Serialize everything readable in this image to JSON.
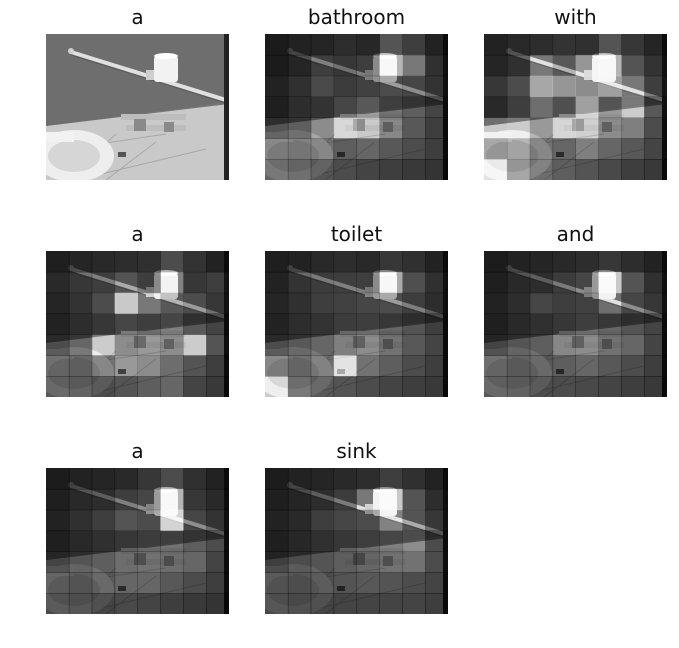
{
  "figure": {
    "panels": [
      {
        "caption": "a",
        "kind": "original",
        "weights": []
      },
      {
        "caption": "bathroom",
        "kind": "attention",
        "weights": [
          [
            0.05,
            0.1,
            0.12,
            0.18,
            0.14,
            0.45,
            0.3,
            0.1
          ],
          [
            0.05,
            0.12,
            0.3,
            0.25,
            0.3,
            0.85,
            0.55,
            0.2
          ],
          [
            0.1,
            0.2,
            0.38,
            0.28,
            0.32,
            0.4,
            0.35,
            0.22
          ],
          [
            0.08,
            0.18,
            0.22,
            0.35,
            0.48,
            0.3,
            0.22,
            0.12
          ],
          [
            0.18,
            0.22,
            0.4,
            0.7,
            0.52,
            0.38,
            0.2,
            0.1
          ],
          [
            0.3,
            0.28,
            0.3,
            0.22,
            0.25,
            0.2,
            0.15,
            0.1
          ],
          [
            0.25,
            0.22,
            0.18,
            0.15,
            0.12,
            0.1,
            0.08,
            0.06
          ]
        ]
      },
      {
        "caption": "with",
        "kind": "attention",
        "weights": [
          [
            0.1,
            0.15,
            0.18,
            0.22,
            0.2,
            0.45,
            0.25,
            0.12
          ],
          [
            0.12,
            0.2,
            0.55,
            0.48,
            0.7,
            0.85,
            0.45,
            0.22
          ],
          [
            0.25,
            0.4,
            0.78,
            0.7,
            0.65,
            0.75,
            0.55,
            0.3
          ],
          [
            0.15,
            0.3,
            0.5,
            0.42,
            0.75,
            0.45,
            0.55,
            0.2
          ],
          [
            0.5,
            0.55,
            0.45,
            0.68,
            0.6,
            0.4,
            0.35,
            0.15
          ],
          [
            0.4,
            0.45,
            0.3,
            0.25,
            0.35,
            0.25,
            0.2,
            0.12
          ],
          [
            0.85,
            0.4,
            0.28,
            0.22,
            0.18,
            0.14,
            0.1,
            0.08
          ]
        ]
      },
      {
        "caption": "a",
        "kind": "attention",
        "weights": [
          [
            0.08,
            0.12,
            0.15,
            0.18,
            0.2,
            0.4,
            0.22,
            0.1
          ],
          [
            0.15,
            0.25,
            0.3,
            0.45,
            0.3,
            0.6,
            0.25,
            0.3
          ],
          [
            0.12,
            0.22,
            0.4,
            0.95,
            0.55,
            0.48,
            0.4,
            0.25
          ],
          [
            0.1,
            0.18,
            0.25,
            0.35,
            0.3,
            0.35,
            0.2,
            0.12
          ],
          [
            0.15,
            0.25,
            0.55,
            0.4,
            0.45,
            0.4,
            0.55,
            0.18
          ],
          [
            0.22,
            0.2,
            0.3,
            0.45,
            0.4,
            0.28,
            0.18,
            0.1
          ],
          [
            0.2,
            0.18,
            0.15,
            0.18,
            0.22,
            0.25,
            0.12,
            0.08
          ]
        ]
      },
      {
        "caption": "toilet",
        "kind": "attention",
        "weights": [
          [
            0.08,
            0.1,
            0.15,
            0.18,
            0.15,
            0.25,
            0.2,
            0.1
          ],
          [
            0.1,
            0.22,
            0.28,
            0.3,
            0.3,
            0.8,
            0.42,
            0.2
          ],
          [
            0.12,
            0.2,
            0.3,
            0.32,
            0.35,
            0.4,
            0.3,
            0.18
          ],
          [
            0.1,
            0.18,
            0.22,
            0.28,
            0.3,
            0.25,
            0.18,
            0.1
          ],
          [
            0.15,
            0.2,
            0.25,
            0.35,
            0.4,
            0.3,
            0.2,
            0.12
          ],
          [
            0.3,
            0.22,
            0.28,
            0.85,
            0.3,
            0.22,
            0.15,
            0.1
          ],
          [
            0.55,
            0.25,
            0.2,
            0.18,
            0.15,
            0.12,
            0.1,
            0.08
          ]
        ]
      },
      {
        "caption": "and",
        "kind": "attention",
        "weights": [
          [
            0.06,
            0.1,
            0.12,
            0.15,
            0.18,
            0.25,
            0.18,
            0.1
          ],
          [
            0.08,
            0.15,
            0.18,
            0.28,
            0.35,
            0.95,
            0.45,
            0.2
          ],
          [
            0.1,
            0.18,
            0.35,
            0.3,
            0.32,
            0.5,
            0.35,
            0.25
          ],
          [
            0.08,
            0.15,
            0.2,
            0.25,
            0.3,
            0.25,
            0.18,
            0.12
          ],
          [
            0.12,
            0.18,
            0.22,
            0.38,
            0.4,
            0.3,
            0.25,
            0.12
          ],
          [
            0.22,
            0.18,
            0.2,
            0.22,
            0.25,
            0.2,
            0.15,
            0.1
          ],
          [
            0.2,
            0.18,
            0.15,
            0.15,
            0.14,
            0.12,
            0.1,
            0.08
          ]
        ]
      },
      {
        "caption": "a",
        "kind": "attention",
        "weights": [
          [
            0.06,
            0.1,
            0.12,
            0.15,
            0.25,
            0.4,
            0.2,
            0.1
          ],
          [
            0.08,
            0.15,
            0.18,
            0.3,
            0.35,
            0.85,
            0.25,
            0.15
          ],
          [
            0.1,
            0.2,
            0.3,
            0.45,
            0.4,
            1.0,
            0.35,
            0.22
          ],
          [
            0.08,
            0.15,
            0.2,
            0.25,
            0.28,
            0.3,
            0.22,
            0.15
          ],
          [
            0.12,
            0.18,
            0.22,
            0.28,
            0.3,
            0.28,
            0.25,
            0.12
          ],
          [
            0.18,
            0.16,
            0.2,
            0.25,
            0.25,
            0.2,
            0.15,
            0.1
          ],
          [
            0.15,
            0.14,
            0.12,
            0.14,
            0.12,
            0.1,
            0.08,
            0.06
          ]
        ]
      },
      {
        "caption": "sink",
        "kind": "attention",
        "weights": [
          [
            0.06,
            0.1,
            0.12,
            0.15,
            0.18,
            0.3,
            0.2,
            0.1
          ],
          [
            0.08,
            0.12,
            0.18,
            0.28,
            0.55,
            0.95,
            0.45,
            0.18
          ],
          [
            0.1,
            0.15,
            0.3,
            0.35,
            0.4,
            0.6,
            0.45,
            0.25
          ],
          [
            0.08,
            0.14,
            0.2,
            0.25,
            0.3,
            0.35,
            0.4,
            0.15
          ],
          [
            0.1,
            0.15,
            0.18,
            0.22,
            0.25,
            0.3,
            0.3,
            0.15
          ],
          [
            0.15,
            0.14,
            0.16,
            0.18,
            0.2,
            0.18,
            0.15,
            0.12
          ],
          [
            0.14,
            0.12,
            0.12,
            0.12,
            0.12,
            0.12,
            0.12,
            0.1
          ]
        ]
      }
    ]
  }
}
